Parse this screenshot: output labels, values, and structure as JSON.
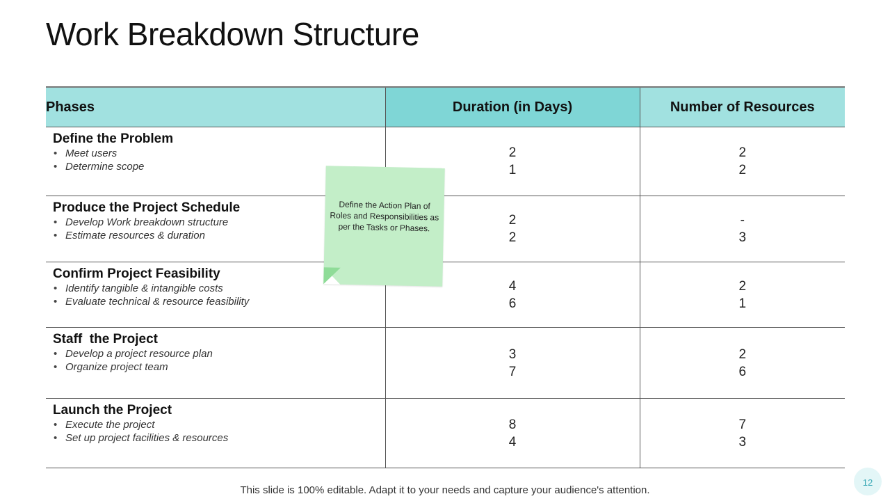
{
  "slide": {
    "title": "Work Breakdown Structure",
    "footer": "This slide is 100% editable. Adapt it to your needs and capture your audience's attention.",
    "page_number": "12"
  },
  "table": {
    "headers": {
      "phases": "Phases",
      "duration": "Duration (in Days)",
      "resources": "Number of Resources"
    },
    "rows": [
      {
        "phase": "Define the Problem",
        "bullets": [
          "Meet users",
          "Determine scope"
        ],
        "duration": [
          "2",
          "1"
        ],
        "resources": [
          "2",
          "2"
        ]
      },
      {
        "phase": "Produce the Project Schedule",
        "bullets": [
          "Develop Work breakdown structure",
          "Estimate resources & duration"
        ],
        "duration": [
          "2",
          "2"
        ],
        "resources": [
          "-",
          "3"
        ]
      },
      {
        "phase": "Confirm Project Feasibility",
        "bullets": [
          "Identify tangible & intangible costs",
          "Evaluate technical & resource feasibility"
        ],
        "duration": [
          "4",
          "6"
        ],
        "resources": [
          "2",
          "1"
        ]
      },
      {
        "phase": "Staff  the Project",
        "bullets": [
          "Develop a project resource plan",
          "Organize project team"
        ],
        "duration": [
          "3",
          "7"
        ],
        "resources": [
          "2",
          "6"
        ]
      },
      {
        "phase": "Launch the Project",
        "bullets": [
          "Execute the project",
          "Set up project facilities & resources"
        ],
        "duration": [
          "8",
          "4"
        ],
        "resources": [
          "7",
          "3"
        ]
      }
    ]
  },
  "sticky_note": {
    "text": "Define the Action Plan of Roles and Responsibilities as per the Tasks or Phases.",
    "color": "#c3eec8"
  },
  "colors": {
    "header_light": "#a1e1e0",
    "header_dark": "#7fd6d6",
    "badge_text": "#3aa8b6"
  }
}
